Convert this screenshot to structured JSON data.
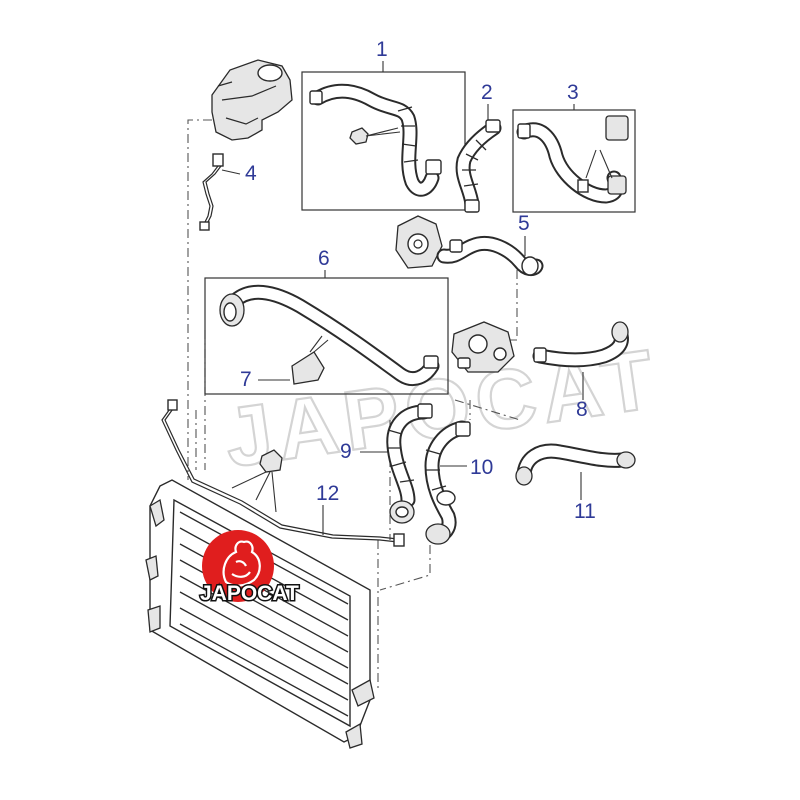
{
  "callouts": [
    "1",
    "2",
    "3",
    "4",
    "5",
    "6",
    "7",
    "8",
    "9",
    "10",
    "11",
    "12"
  ],
  "watermark": "JAPOCAT",
  "logo": {
    "text": "JAPOCAT",
    "color": "#e01e1e"
  },
  "colors": {
    "callout": "#2f3a97",
    "line": "#2b2b2b"
  }
}
